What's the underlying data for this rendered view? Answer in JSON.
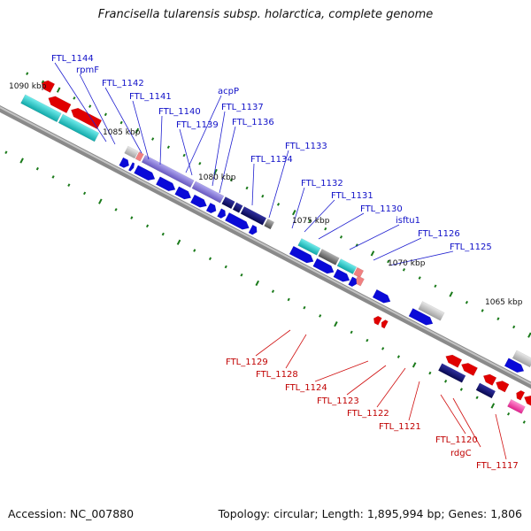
{
  "header": {
    "title": "Francisella tularensis subsp. holarctica, complete genome"
  },
  "footer": {
    "accession": "Accession: NC_007880",
    "topology": "Topology: circular; Length: 1,895,994 bp; Genes: 1,806"
  },
  "scale_labels": [
    "1090 kbp",
    "1085 kbp",
    "1080 kbp",
    "1075 kbp",
    "1070 kbp",
    "1065 kbp"
  ],
  "forward_labels": [
    "FTL_1144",
    "rpmF",
    "FTL_1142",
    "FTL_1141",
    "FTL_1140",
    "acpP",
    "FTL_1139",
    "FTL_1137",
    "FTL_1136",
    "FTL_1134",
    "FTL_1133",
    "FTL_1132",
    "FTL_1131",
    "FTL_1130",
    "isftu1",
    "FTL_1126",
    "FTL_1125"
  ],
  "reverse_labels": [
    "FTL_1129",
    "FTL_1128",
    "FTL_1124",
    "FTL_1123",
    "FTL_1122",
    "FTL_1121",
    "FTL_1120",
    "rdgC",
    "FTL_1117"
  ],
  "colors": {
    "backbone": "#808080",
    "forward_strand_gene": "#0a0ad8",
    "reverse_strand_gene": "#e00000",
    "cog_blue": "#8878d8",
    "cog_navy": "#101070",
    "cog_cyan": "#20c8c8",
    "cog_gray": "#707070",
    "cog_pink": "#ff3aa8",
    "gc_skew_dots": "#1a7a1a",
    "forward_label": "#1010c8",
    "reverse_label": "#c00000"
  }
}
